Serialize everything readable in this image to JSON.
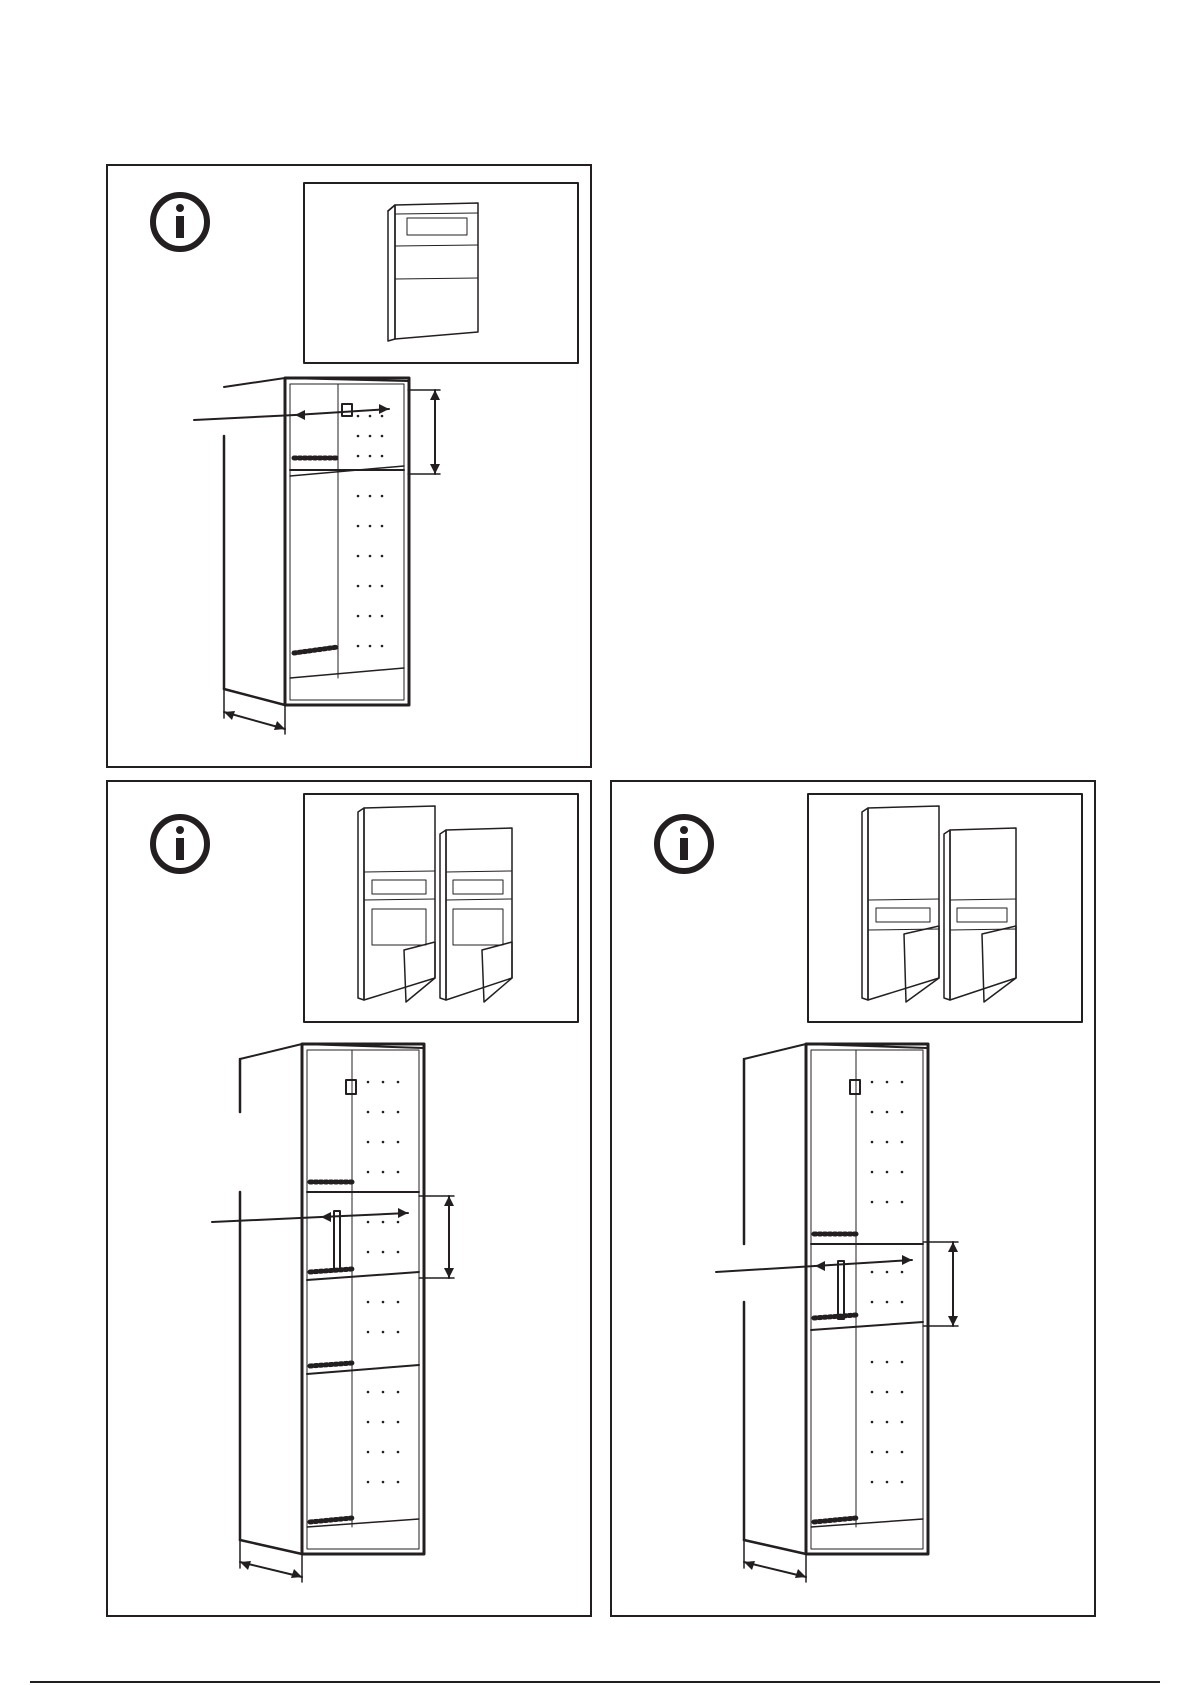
{
  "page": {
    "footer": ""
  },
  "panels": [
    {
      "id": "panel-1",
      "info_icon": "info-icon",
      "thumbnail": "oven-cabinet-thumbnail",
      "variant": "single-shelf-frame"
    },
    {
      "id": "panel-2",
      "info_icon": "info-icon",
      "thumbnail": "two-oven-cabinets-thumbnail",
      "variant": "tall-frame-upper-opening"
    },
    {
      "id": "panel-3",
      "info_icon": "info-icon",
      "thumbnail": "two-oven-cabinets-thumbnail",
      "variant": "tall-frame-middle-opening"
    }
  ],
  "colors": {
    "ink": "#231f20",
    "background": "#ffffff"
  }
}
